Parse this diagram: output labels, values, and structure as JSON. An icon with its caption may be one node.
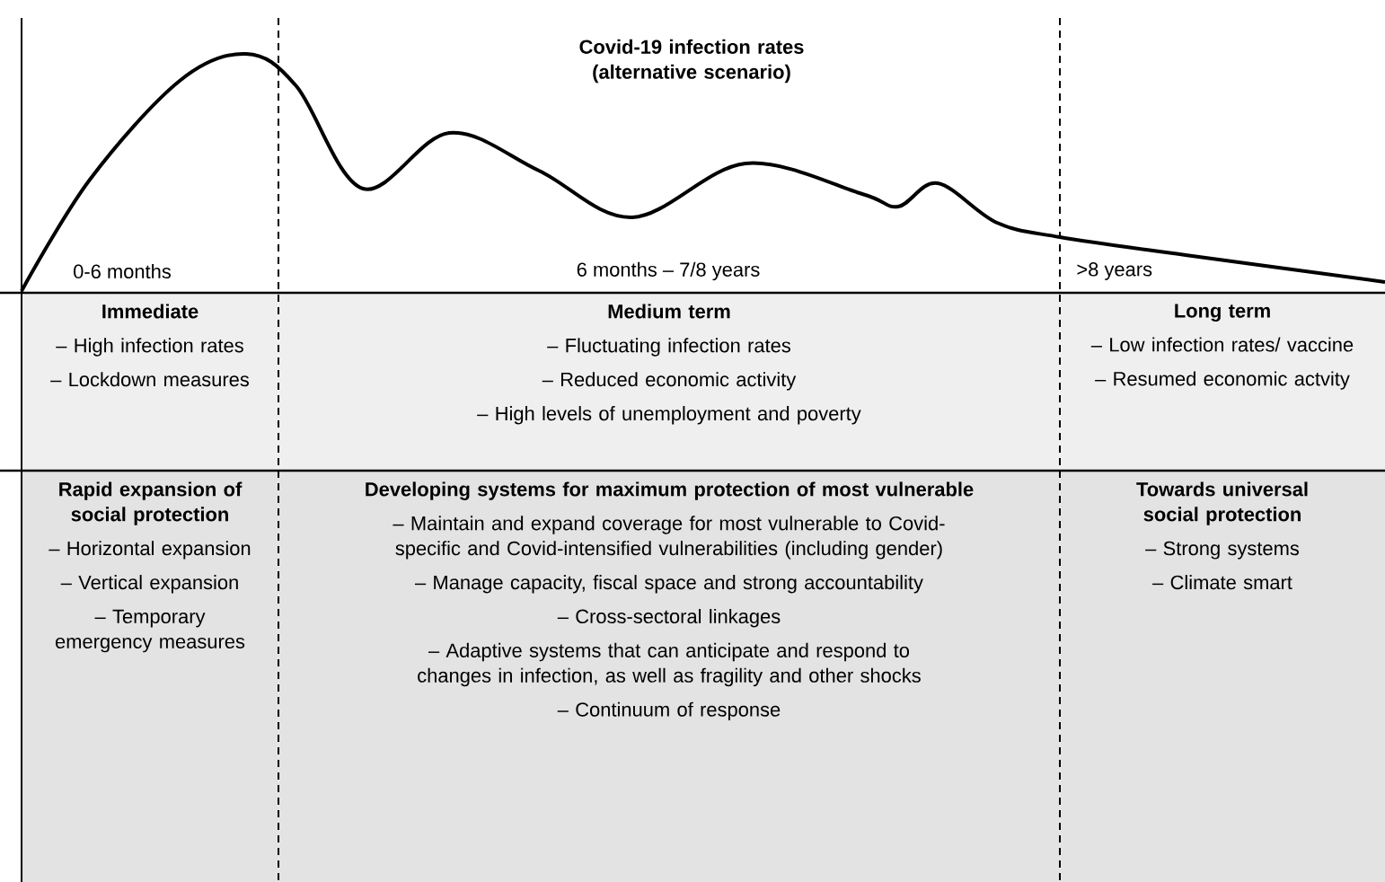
{
  "diagram": {
    "title": "Covid-19 infection rates (alternative scenario)",
    "nodes": [
      {
        "text": [
          "Immediate",
          "– High infection rates",
          "– Lockdown measures"
        ]
      },
      {
        "text": [
          "Medium term",
          "– Fluctuating infection rates",
          "– Reduced economic activity",
          "– High levels of unemployment and poverty"
        ]
      },
      {
        "text": [
          "Long term",
          "– Low infection rates/ vaccine",
          "– Resumed economic actvity"
        ]
      },
      {
        "text": [
          "Rapid expansion of social protection",
          "– Horizontal expansion",
          "– Vertical expansion",
          "– Temporary emergency measures"
        ]
      },
      {
        "text": [
          "Developing systems for maximum protection of most vulnerable",
          "– Maintain and expand coverage for most vulnerable to Covid-specific and Covid-intensified vulnerabilities (including gender)",
          "– Manage capacity, fiscal space and strong accountability",
          "– Cross-sectoral linkages",
          "– Adaptive systems that can anticipate and respond to changes in infection, as well as fragility and other shocks",
          "– Continuum of response"
        ]
      },
      {
        "text": [
          "Towards universal social protection",
          "– Strong systems",
          "– Climate smart"
        ]
      }
    ],
    "labels": [
      "0-6 months",
      "6 months – 7/8 years",
      ">8 years"
    ]
  }
}
